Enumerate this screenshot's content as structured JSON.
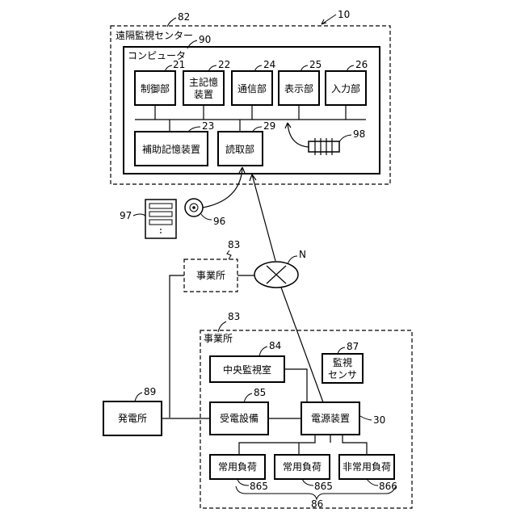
{
  "remote_center": {
    "label": "遠隔監視センター",
    "ref": "82"
  },
  "system_ref": "10",
  "computer": {
    "label": "コンピュータ",
    "ref": "90",
    "control": {
      "label": "制御部",
      "ref": "21"
    },
    "main_memory": {
      "line1": "主記憶",
      "line2": "装置",
      "ref": "22"
    },
    "comm": {
      "label": "通信部",
      "ref": "24"
    },
    "display": {
      "label": "表示部",
      "ref": "25"
    },
    "input": {
      "label": "入力部",
      "ref": "26"
    },
    "aux_storage": {
      "label": "補助記憶装置",
      "ref": "23"
    },
    "reader": {
      "label": "読取部",
      "ref": "29"
    },
    "module_ref": "98"
  },
  "media": {
    "server_ref": "97",
    "disk_ref": "96"
  },
  "network": {
    "label": "N"
  },
  "office_remote": {
    "label": "事業所",
    "ref": "83"
  },
  "office_main": {
    "label": "事業所",
    "ref": "83",
    "central": {
      "label": "中央監視室",
      "ref": "84"
    },
    "sensor": {
      "line1": "監視",
      "line2": "センサ",
      "ref": "87"
    },
    "substation": {
      "label": "受電設備",
      "ref": "85"
    },
    "power_unit": {
      "label": "電源装置",
      "ref": "30"
    },
    "loads": [
      {
        "label": "常用負荷",
        "ref": "865"
      },
      {
        "label": "常用負荷",
        "ref": "865"
      },
      {
        "label": "非常用負荷",
        "ref": "866"
      }
    ],
    "loads_ref": "86"
  },
  "power_plant": {
    "label": "発電所",
    "ref": "89"
  }
}
